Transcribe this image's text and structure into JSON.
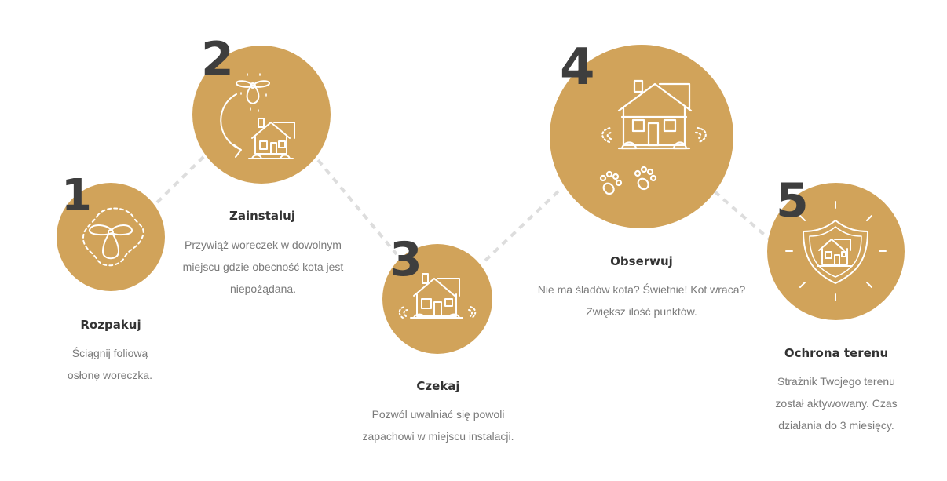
{
  "colors": {
    "gold": "#D1A35A",
    "number": "#3E3E3E",
    "connector": "#DDDDDD",
    "icon": "#FFFFFF"
  },
  "steps": [
    {
      "number": "1",
      "title": "Rozpakuj",
      "description": "Ściągnij foliową osłonę woreczka.",
      "icon": "pouch-unwrap-icon"
    },
    {
      "number": "2",
      "title": "Zainstaluj",
      "description": "Przywiąż woreczek w dowolnym miejscu gdzie obecność kota jest niepożądana.",
      "icon": "install-pouch-house-icon"
    },
    {
      "number": "3",
      "title": "Czekaj",
      "description": "Pozwól uwalniać się powoli zapachowi w miejscu instalacji.",
      "icon": "house-scent-icon"
    },
    {
      "number": "4",
      "title": "Obserwuj",
      "description": "Nie ma śladów kota? Świetnie! Kot wraca? Zwiększ ilość punktów.",
      "icon": "house-paws-icon"
    },
    {
      "number": "5",
      "title": "Ochrona terenu",
      "description": "Strażnik Twojego terenu został aktywowany. Czas działania do 3 miesięcy.",
      "icon": "shield-house-icon"
    }
  ]
}
